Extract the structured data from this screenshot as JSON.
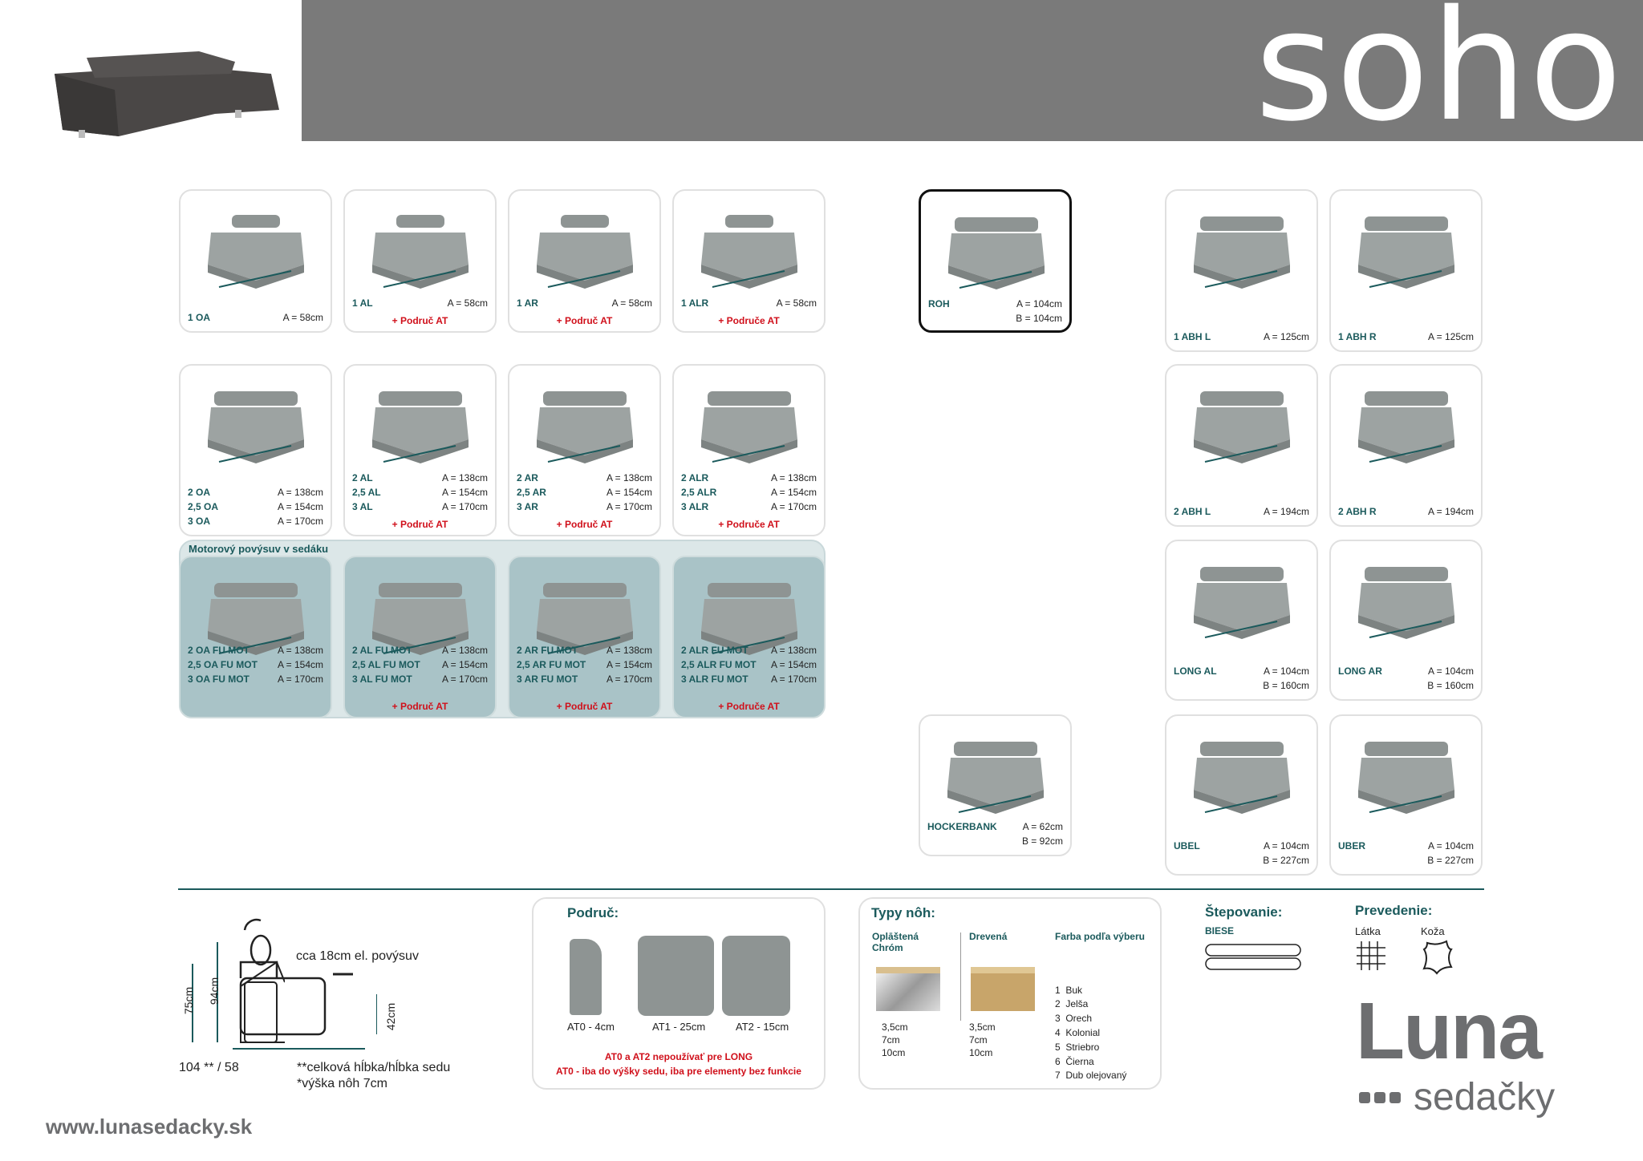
{
  "header": {
    "title": "soho"
  },
  "rows": [
    [
      {
        "labels": [
          "1 OA"
        ],
        "dims": [
          "A = 58cm"
        ],
        "extra": ""
      },
      {
        "labels": [
          "1 AL"
        ],
        "dims": [
          "A = 58cm"
        ],
        "extra": "+ Područ AT"
      },
      {
        "labels": [
          "1 AR"
        ],
        "dims": [
          "A = 58cm"
        ],
        "extra": "+ Područ AT"
      },
      {
        "labels": [
          "1 ALR"
        ],
        "dims": [
          "A = 58cm"
        ],
        "extra": "+ Područe AT"
      }
    ],
    [
      {
        "labels": [
          "2 OA",
          "2,5 OA",
          "3 OA"
        ],
        "dims": [
          "A = 138cm",
          "A = 154cm",
          "A = 170cm"
        ],
        "extra": ""
      },
      {
        "labels": [
          "2 AL",
          "2,5 AL",
          "3 AL"
        ],
        "dims": [
          "A = 138cm",
          "A = 154cm",
          "A = 170cm"
        ],
        "extra": "+ Područ AT"
      },
      {
        "labels": [
          "2 AR",
          "2,5 AR",
          "3 AR"
        ],
        "dims": [
          "A = 138cm",
          "A = 154cm",
          "A = 170cm"
        ],
        "extra": "+ Područ AT"
      },
      {
        "labels": [
          "2 ALR",
          "2,5 ALR",
          "3 ALR"
        ],
        "dims": [
          "A = 138cm",
          "A = 154cm",
          "A = 170cm"
        ],
        "extra": "+ Područe AT"
      }
    ],
    [
      {
        "labels": [
          "2 OA FU MOT",
          "2,5 OA FU MOT",
          "3 OA FU MOT"
        ],
        "dims": [
          "A = 138cm",
          "A = 154cm",
          "A = 170cm"
        ],
        "extra": ""
      },
      {
        "labels": [
          "2 AL FU MOT",
          "2,5 AL FU MOT",
          "3 AL FU MOT"
        ],
        "dims": [
          "A = 138cm",
          "A = 154cm",
          "A = 170cm"
        ],
        "extra": "+ Područ AT"
      },
      {
        "labels": [
          "2 AR FU MOT",
          "2,5 AR FU MOT",
          "3 AR FU MOT"
        ],
        "dims": [
          "A = 138cm",
          "A = 154cm",
          "A = 170cm"
        ],
        "extra": "+ Područ AT"
      },
      {
        "labels": [
          "2 ALR FU MOT",
          "2,5 ALR FU MOT",
          "3 ALR FU MOT"
        ],
        "dims": [
          "A = 138cm",
          "A = 154cm",
          "A = 170cm"
        ],
        "extra": "+ Područe AT"
      }
    ]
  ],
  "motor_title": "Motorový povýsuv v sedáku",
  "roh": {
    "labels": [
      "ROH"
    ],
    "dims": [
      "A = 104cm",
      "B = 104cm"
    ],
    "extra": ""
  },
  "hocker": {
    "labels": [
      "HOCKERBANK"
    ],
    "dims": [
      "A = 62cm",
      "B = 92cm"
    ],
    "extra": ""
  },
  "right": [
    {
      "labels": [
        "1 ABH L"
      ],
      "dims": [
        "A = 125cm"
      ],
      "extra": ""
    },
    {
      "labels": [
        "1 ABH R"
      ],
      "dims": [
        "A = 125cm"
      ],
      "extra": ""
    },
    {
      "labels": [
        "2 ABH L"
      ],
      "dims": [
        "A = 194cm"
      ],
      "extra": ""
    },
    {
      "labels": [
        "2 ABH R"
      ],
      "dims": [
        "A = 194cm"
      ],
      "extra": ""
    },
    {
      "labels": [
        "LONG AL"
      ],
      "dims": [
        "A = 104cm",
        "B = 160cm"
      ],
      "extra": ""
    },
    {
      "labels": [
        "LONG AR"
      ],
      "dims": [
        "A = 104cm",
        "B = 160cm"
      ],
      "extra": ""
    },
    {
      "labels": [
        "UBEL"
      ],
      "dims": [
        "A = 104cm",
        "B = 227cm"
      ],
      "extra": ""
    },
    {
      "labels": [
        "UBER"
      ],
      "dims": [
        "A = 104cm",
        "B = 227cm"
      ],
      "extra": ""
    }
  ],
  "diagram": {
    "push": "cca 18cm el. povýsuv",
    "h75": "75cm",
    "h94": "94cm",
    "h42": "42cm",
    "depth": "104 ** / 58",
    "note1": "**celková hĺbka/hĺbka sedu",
    "note2": "*výška nôh 7cm"
  },
  "podruc": {
    "title": "Područ:",
    "items": [
      "AT0 - 4cm",
      "AT1 - 25cm",
      "AT2 - 15cm"
    ],
    "warn1": "AT0 a AT2 nepoužívať pre LONG",
    "warn2": "AT0 - iba do výšky sedu, iba pre elementy bez funkcie"
  },
  "legs": {
    "title": "Typy nôh:",
    "chrome": "Oplāštená Chróm",
    "wood": "Drevená",
    "sizes": [
      "3,5cm",
      "7cm",
      "10cm"
    ],
    "color_title": "Farba podľa výberu",
    "colors": [
      "1  Buk",
      "2  Jelša",
      "3  Orech",
      "4  Kolonial",
      "5  Striebro",
      "6  Čierna",
      "7  Dub olejovaný"
    ]
  },
  "stitch": {
    "title": "Štepovanie:",
    "type": "BIESE"
  },
  "finish": {
    "title": "Prevedenie:",
    "fabric": "Látka",
    "leather": "Koža"
  },
  "logo": {
    "main": "Luna",
    "sub": "sedačky"
  },
  "website": "www.lunasedacky.sk"
}
